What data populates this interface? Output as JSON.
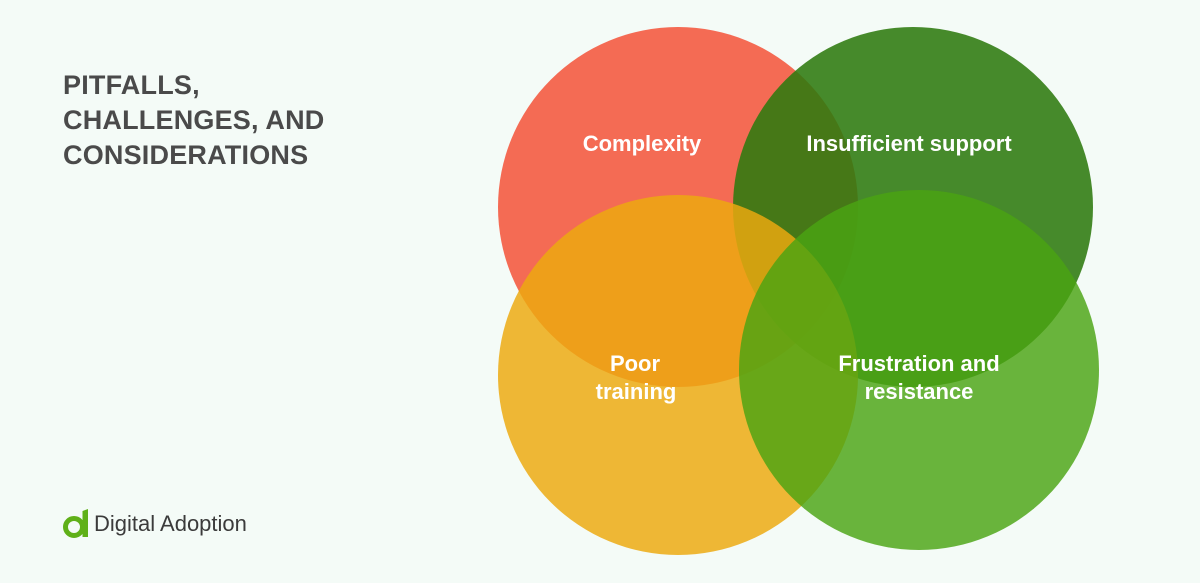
{
  "title": {
    "lines": [
      "PITFALLS,",
      "CHALLENGES, AND",
      "CONSIDERATIONS"
    ]
  },
  "venn": {
    "circles": [
      {
        "label_lines": [
          "Complexity"
        ],
        "color": "#f4573e"
      },
      {
        "label_lines": [
          "Insufficient support"
        ],
        "color": "#2d7a0f"
      },
      {
        "label_lines": [
          "Poor",
          "training"
        ],
        "color": "#eca910"
      },
      {
        "label_lines": [
          "Frustration and",
          "resistance"
        ],
        "color": "#4aa312"
      }
    ]
  },
  "logo": {
    "text": "Digital Adoption",
    "icon": "digital-adoption-logo-icon",
    "color": "#5fb018"
  }
}
